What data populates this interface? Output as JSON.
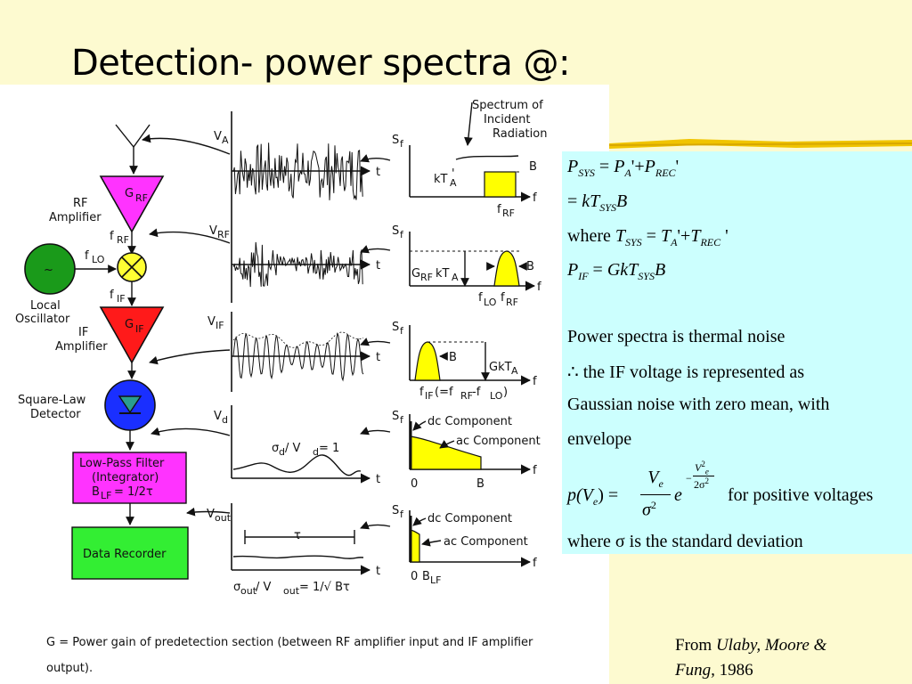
{
  "slide": {
    "title": "Detection- power spectra @:"
  },
  "diagram": {
    "blocks": {
      "rf_amplifier": {
        "symbol": "G",
        "subscript": "RF",
        "label_line1": "RF",
        "label_line2": "Amplifier",
        "color": "#ff33ff"
      },
      "local_oscillator": {
        "symbol": "~",
        "label_line1": "Local",
        "label_line2": "Oscillator",
        "color": "#1a9a1a"
      },
      "mixer": {
        "color": "#ffff33"
      },
      "if_amplifier": {
        "symbol": "G",
        "subscript": "IF",
        "label_line1": "IF",
        "label_line2": "Amplifier",
        "color": "#ff1a1a"
      },
      "detector": {
        "label_line1": "Square-Law",
        "label_line2": "Detector",
        "color": "#1a2fff"
      },
      "lpf": {
        "line1": "Low-Pass Filter",
        "line2": "(Integrator)",
        "line3": "B",
        "line3_sub": "LF",
        "line3_rest": " = 1/2τ",
        "color": "#ff33ff"
      },
      "recorder": {
        "label": "Data Recorder",
        "color": "#33ee33"
      }
    },
    "signals": {
      "f_rf": "f",
      "f_rf_sub": "RF",
      "f_lo": "f",
      "f_lo_sub": "LO",
      "f_if": "f",
      "f_if_sub": "IF"
    },
    "time_plots": {
      "v_a": {
        "y": "V",
        "y_sub": "A",
        "x": "t"
      },
      "v_rf": {
        "y": "V",
        "y_sub": "RF",
        "x": "t"
      },
      "v_if": {
        "y": "V",
        "y_sub": "IF",
        "x": "t"
      },
      "v_d": {
        "y": "V",
        "y_sub": "d",
        "x": "t",
        "annotation": "σ",
        "annotation_sub": "d",
        "annotation_mid": " / V",
        "annotation_sub2": "d",
        "annotation_end": " = 1"
      },
      "v_out": {
        "y": "V",
        "y_sub": "out",
        "x": "t",
        "tau": "τ",
        "annotation": "σ",
        "annotation_sub": "out",
        "annotation_mid": " / V",
        "annotation_sub2": "out",
        "annotation_end": " = 1/√ Bτ"
      }
    },
    "spectra": {
      "s1": {
        "y": "S",
        "y_sub": "f",
        "x": "f",
        "title_line1": "Spectrum of",
        "title_line2": "Incident",
        "title_line3": "Radiation",
        "level": "kT",
        "level_sub": "A",
        "level_prime": "'",
        "band": "B",
        "tick": "f",
        "tick_sub": "RF"
      },
      "s2": {
        "y": "S",
        "y_sub": "f",
        "x": "f",
        "level": "G",
        "level_sub": "RF",
        "level_rest": "kT",
        "level_sub2": "A",
        "band": "B",
        "tick1": "f",
        "tick1_sub": "LO",
        "tick2": "f",
        "tick2_sub": "RF"
      },
      "s3": {
        "y": "S",
        "y_sub": "f",
        "x": "f",
        "level": "GkT",
        "level_sub": "A",
        "band": "B",
        "tick": "f",
        "tick_sub": "IF",
        "tick_rest": " (=f",
        "tick_sub2": "RF",
        "tick_rest2": " -f",
        "tick_sub3": "LO",
        "tick_rest3": ")"
      },
      "s4": {
        "y": "S",
        "y_sub": "f",
        "x": "f",
        "dc": "dc Component",
        "ac": "ac Component",
        "tick1": "0",
        "tick2": "B"
      },
      "s5": {
        "y": "S",
        "y_sub": "f",
        "x": "f",
        "dc": "dc Component",
        "ac": "ac Component",
        "tick1": "0",
        "tick2": "B",
        "tick2_sub": "LF"
      }
    },
    "footnote": "G = Power gain of predetection section (between RF amplifier input and IF amplifier output).",
    "fill_color": "#ffff00"
  },
  "equations": {
    "l1": {
      "lhs": "P",
      "lhs_sub": "SYS",
      "eq": " = ",
      "a": "P",
      "a_sub": "A",
      "plus": "'+",
      "b": "P",
      "b_sub": "REC",
      "prime": "'"
    },
    "l2": {
      "eq": "= ",
      "k": "kT",
      "t_sub": "SYS",
      "b": "B"
    },
    "l3": {
      "where": "where ",
      "t": "T",
      "t_sub": "SYS",
      "eq": " = ",
      "a": "T",
      "a_sub": "A",
      "plus": "'+",
      "b": "T",
      "b_sub": "REC",
      "prime": " '"
    },
    "l4": {
      "lhs": "P",
      "lhs_sub": "IF",
      "eq": " = ",
      "g": "GkT",
      "g_sub": "SYS",
      "b": "B"
    },
    "text1": "Power spectra is thermal noise",
    "text2": "∴ the IF voltage is represented as",
    "text3": "Gaussian noise with zero mean, with",
    "text4": "envelope",
    "pdf": {
      "lhs": "p(V",
      "lhs_sub": "e",
      "lhs_end": ") = ",
      "num": "V",
      "num_sub": "e",
      "den": "σ",
      "den_sup": "2",
      "exp_base": "e",
      "exp_num": "V",
      "exp_num_sub": "e",
      "exp_num_sup": "2",
      "exp_den": "2σ",
      "exp_den_sup": "2",
      "exp_sign": "−",
      "cond": "for positive voltages"
    },
    "last": "where σ is the standard deviation"
  },
  "citation": {
    "prefix": "From ",
    "authors": "Ulaby, Moore &",
    "authors2": "Fung,",
    "year": " 1986"
  }
}
